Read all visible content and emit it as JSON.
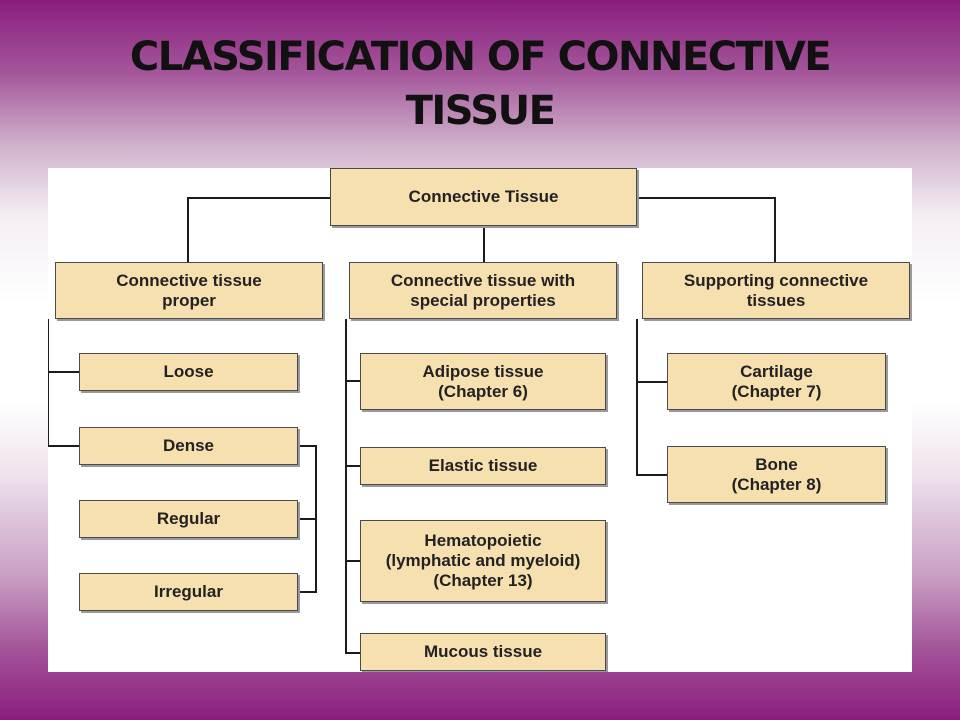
{
  "title": "CLASSIFICATION OF CONNECTIVE\nTISSUE",
  "root": {
    "label": "Connective Tissue"
  },
  "categories": [
    {
      "label": "Connective tissue\nproper",
      "items": [
        {
          "label": "Loose"
        },
        {
          "label": "Dense",
          "subitems": [
            {
              "label": "Regular"
            },
            {
              "label": "Irregular"
            }
          ]
        }
      ]
    },
    {
      "label": "Connective tissue with\nspecial properties",
      "items": [
        {
          "label": "Adipose tissue\n(Chapter 6)"
        },
        {
          "label": "Elastic tissue"
        },
        {
          "label": "Hematopoietic\n(lymphatic and myeloid)\n(Chapter 13)"
        },
        {
          "label": "Mucous tissue"
        }
      ]
    },
    {
      "label": "Supporting connective\ntissues",
      "items": [
        {
          "label": "Cartilage\n(Chapter 7)"
        },
        {
          "label": "Bone\n(Chapter 8)"
        }
      ]
    }
  ]
}
